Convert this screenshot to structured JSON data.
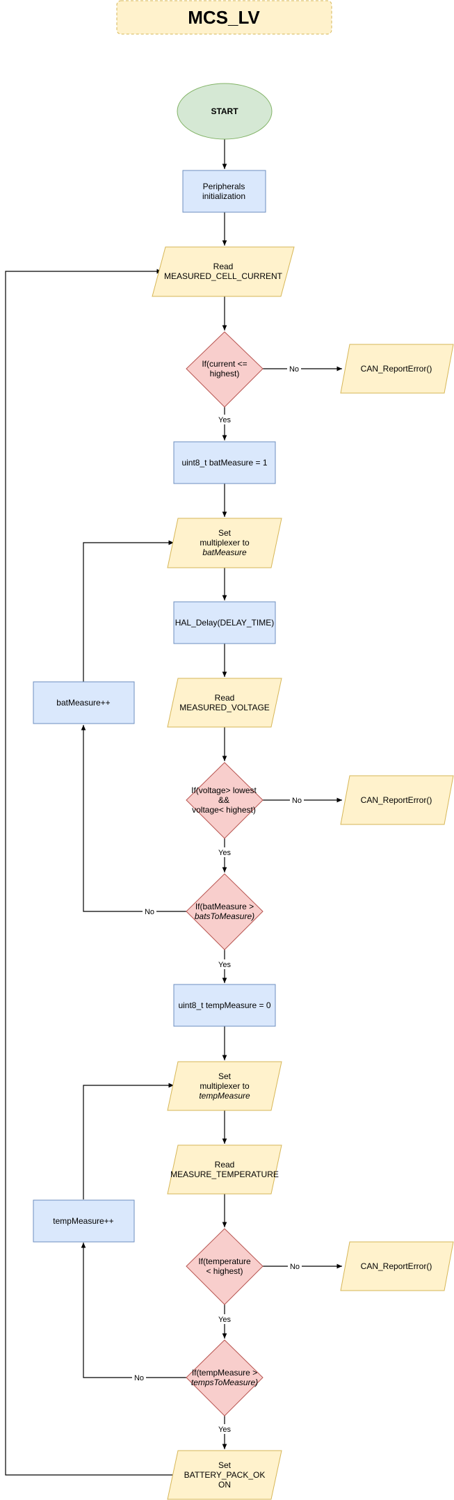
{
  "title": "MCS_LV",
  "colors": {
    "title_fill": "#fff2cc",
    "title_stroke": "#d6b656",
    "start_fill": "#d5e8d4",
    "start_stroke": "#82b366",
    "process_fill": "#dae8fc",
    "process_stroke": "#6c8ebf",
    "io_fill": "#fff2cc",
    "io_stroke": "#d6b656",
    "decision_fill": "#f8cecc",
    "decision_stroke": "#b85450"
  },
  "nodes": {
    "start": {
      "lines": [
        "START"
      ]
    },
    "init": {
      "lines": [
        "Peripherals",
        "initialization"
      ]
    },
    "read_current": {
      "lines": [
        "Read",
        "MEASURED_CELL_CURRENT"
      ]
    },
    "if_current": {
      "lines": [
        "If(current <=",
        "highest)"
      ]
    },
    "err1": {
      "lines": [
        "CAN_ReportError()"
      ]
    },
    "batmeasure_init": {
      "lines": [
        "uint8_t batMeasure = 1"
      ]
    },
    "set_mux_bat": {
      "lines": [
        "Set",
        "multiplexer to",
        "batMeasure"
      ]
    },
    "delay": {
      "lines": [
        "HAL_Delay(DELAY_TIME)"
      ]
    },
    "read_voltage": {
      "lines": [
        "Read",
        "MEASURED_VOLTAGE"
      ]
    },
    "if_voltage": {
      "lines": [
        "If(voltage> lowest",
        "&&",
        "voltage< highest)"
      ]
    },
    "err2": {
      "lines": [
        "CAN_ReportError()"
      ]
    },
    "if_bat": {
      "lines": [
        "If(batMeasure >",
        "batsToMeasure)"
      ]
    },
    "bat_inc": {
      "lines": [
        "batMeasure++"
      ]
    },
    "tempmeasure_init": {
      "lines": [
        "uint8_t tempMeasure = 0"
      ]
    },
    "set_mux_temp": {
      "lines": [
        "Set",
        "multiplexer to",
        "tempMeasure"
      ]
    },
    "read_temp": {
      "lines": [
        "Read",
        "MEASURE_TEMPERATURE"
      ]
    },
    "if_temp": {
      "lines": [
        "If(temperature",
        "< highest)"
      ]
    },
    "err3": {
      "lines": [
        "CAN_ReportError()"
      ]
    },
    "if_tempmeasure": {
      "lines": [
        "If(tempMeasure >",
        "tempsToMeasure)"
      ]
    },
    "temp_inc": {
      "lines": [
        "tempMeasure++"
      ]
    },
    "set_ok": {
      "lines": [
        "Set",
        "BATTERY_PACK_OK",
        "ON"
      ]
    }
  },
  "edge_labels": {
    "no": "No",
    "yes": "Yes"
  }
}
